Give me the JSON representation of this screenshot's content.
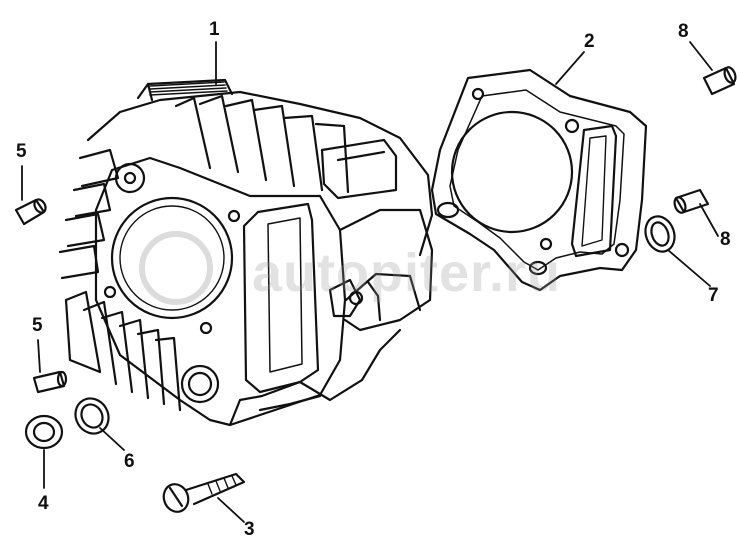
{
  "watermark": {
    "text": "autopiter.ru"
  },
  "callouts": [
    {
      "id": "1",
      "label": "1"
    },
    {
      "id": "2",
      "label": "2"
    },
    {
      "id": "3",
      "label": "3"
    },
    {
      "id": "4",
      "label": "4"
    },
    {
      "id": "5a",
      "label": "5"
    },
    {
      "id": "5b",
      "label": "5"
    },
    {
      "id": "6",
      "label": "6"
    },
    {
      "id": "7",
      "label": "7"
    },
    {
      "id": "8a",
      "label": "8"
    },
    {
      "id": "8b",
      "label": "8"
    }
  ],
  "colors": {
    "ink": "#111111",
    "paper": "#ffffff",
    "watermark": "#9a9a9a"
  }
}
